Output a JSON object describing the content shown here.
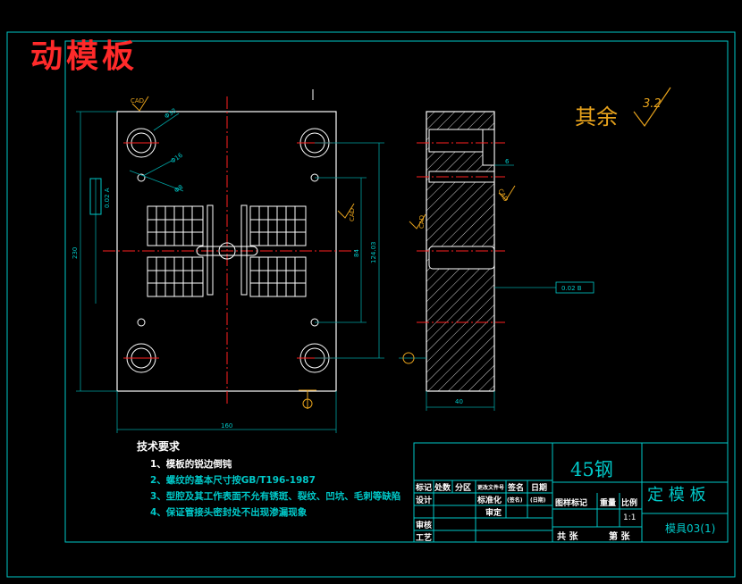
{
  "title": "动模板",
  "roughness": {
    "label": "其余",
    "value": "3.2"
  },
  "dims": {
    "width_160": "160",
    "height_230": "230",
    "center_84": "84",
    "center_124": "124.03",
    "thickness_40": "40",
    "dim_6": "6",
    "datum_a": "0.02 A",
    "datum_b": "0.02 B",
    "hole_d": "Φ32",
    "hole_d2": "Φ16",
    "hole_d3": "Φ8",
    "cad": "CAD"
  },
  "tech": {
    "title": "技术要求",
    "items": [
      "1、模板的锐边倒钝",
      "2、螺纹的基本尺寸按GB/T196-1987",
      "3、型腔及其工作表面不允有锈斑、裂纹、凹坑、毛刺等缺陷",
      "4、保证管接头密封处不出现渗漏现象"
    ]
  },
  "title_block": {
    "material": "45钢",
    "part_name": "定 模 板",
    "drawing_no": "模具03(1)",
    "scale": "1:1",
    "labels": {
      "mark": "标记",
      "count": "处数",
      "zone": "分区",
      "change_doc": "更改文件号",
      "sign": "签名",
      "date": "日期",
      "designer": "设计",
      "std": "标准化",
      "sign2": "(签名)",
      "date2": "(日期)",
      "stage_mark": "图样标记",
      "weight": "重量",
      "ratio": "比例",
      "review": "审核",
      "process": "工艺",
      "approve": "审定",
      "total": "共 张",
      "sheet": "第 张"
    }
  },
  "colors": {
    "bg": "#000000",
    "line": "#ffffff",
    "frame": "#00c8c8",
    "center": "#ff2020",
    "dim": "#00a0a0",
    "accent": "#e8a31c"
  }
}
